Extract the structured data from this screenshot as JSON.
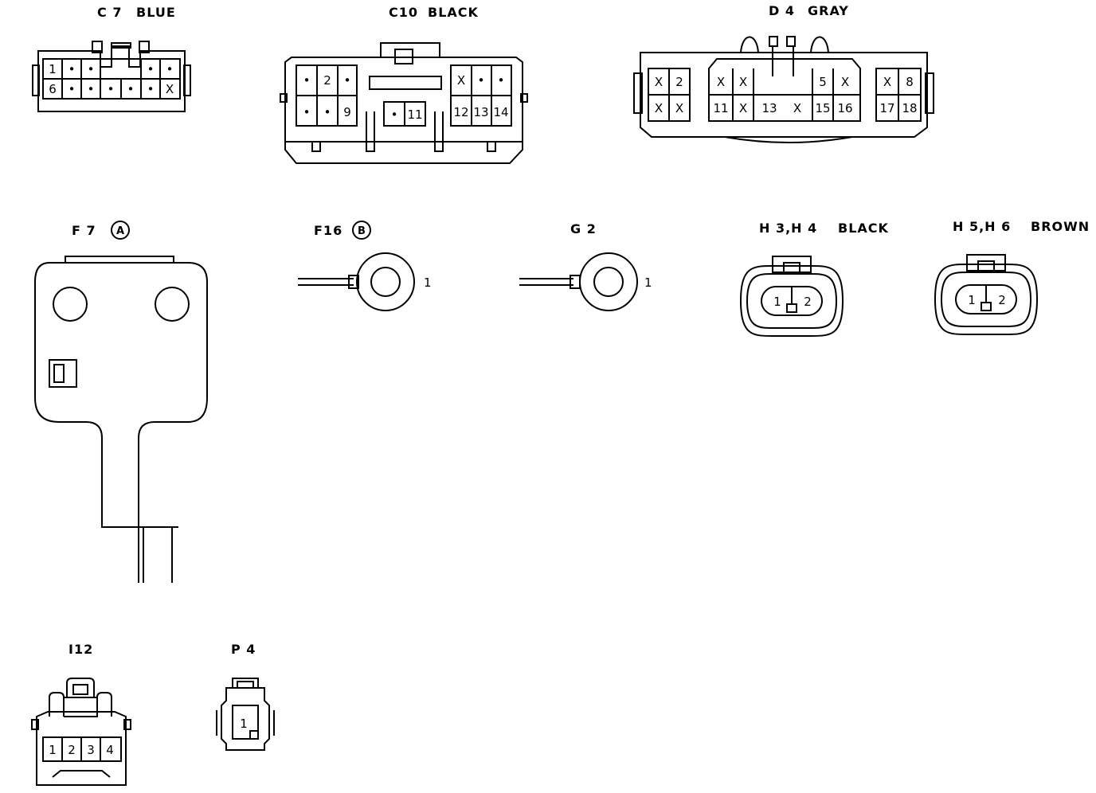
{
  "connectors": {
    "c7": {
      "code": "C 7",
      "color": "BLUE",
      "top": [
        "1",
        "•",
        "•",
        "•",
        "•"
      ],
      "bottom": [
        "6",
        "•",
        "•",
        "•",
        "•",
        "•",
        "X"
      ]
    },
    "c10": {
      "code": "C10",
      "color": "BLACK",
      "left_top": [
        "•",
        "2",
        "•"
      ],
      "left_bottom": [
        "•",
        "•",
        "9"
      ],
      "mid": [
        "•",
        "11"
      ],
      "right_top": [
        "X",
        "•",
        "•"
      ],
      "right_bottom": [
        "12",
        "13",
        "14"
      ]
    },
    "d4": {
      "code": "D 4",
      "color": "GRAY",
      "l_top": [
        "X",
        "2"
      ],
      "l_bottom": [
        "X",
        "X"
      ],
      "m_top": [
        "X",
        "X",
        "5",
        "X"
      ],
      "m_bottom": [
        "11",
        "X",
        "13",
        "X",
        "15",
        "16"
      ],
      "r_top": [
        "X",
        "8"
      ],
      "r_bottom": [
        "17",
        "18"
      ]
    },
    "f7": {
      "code": "F 7",
      "badge": "A"
    },
    "f16": {
      "code": "F16",
      "badge": "B",
      "pin": "1"
    },
    "g2": {
      "code": "G 2",
      "pin": "1"
    },
    "h3h4": {
      "code": "H 3,H 4",
      "color": "BLACK",
      "pins": [
        "1",
        "2"
      ]
    },
    "h5h6": {
      "code": "H 5,H 6",
      "color": "BROWN",
      "pins": [
        "1",
        "2"
      ]
    },
    "i12": {
      "code": "I12",
      "pins": [
        "1",
        "2",
        "3",
        "4"
      ]
    },
    "p4": {
      "code": "P 4",
      "pin": "1"
    }
  }
}
